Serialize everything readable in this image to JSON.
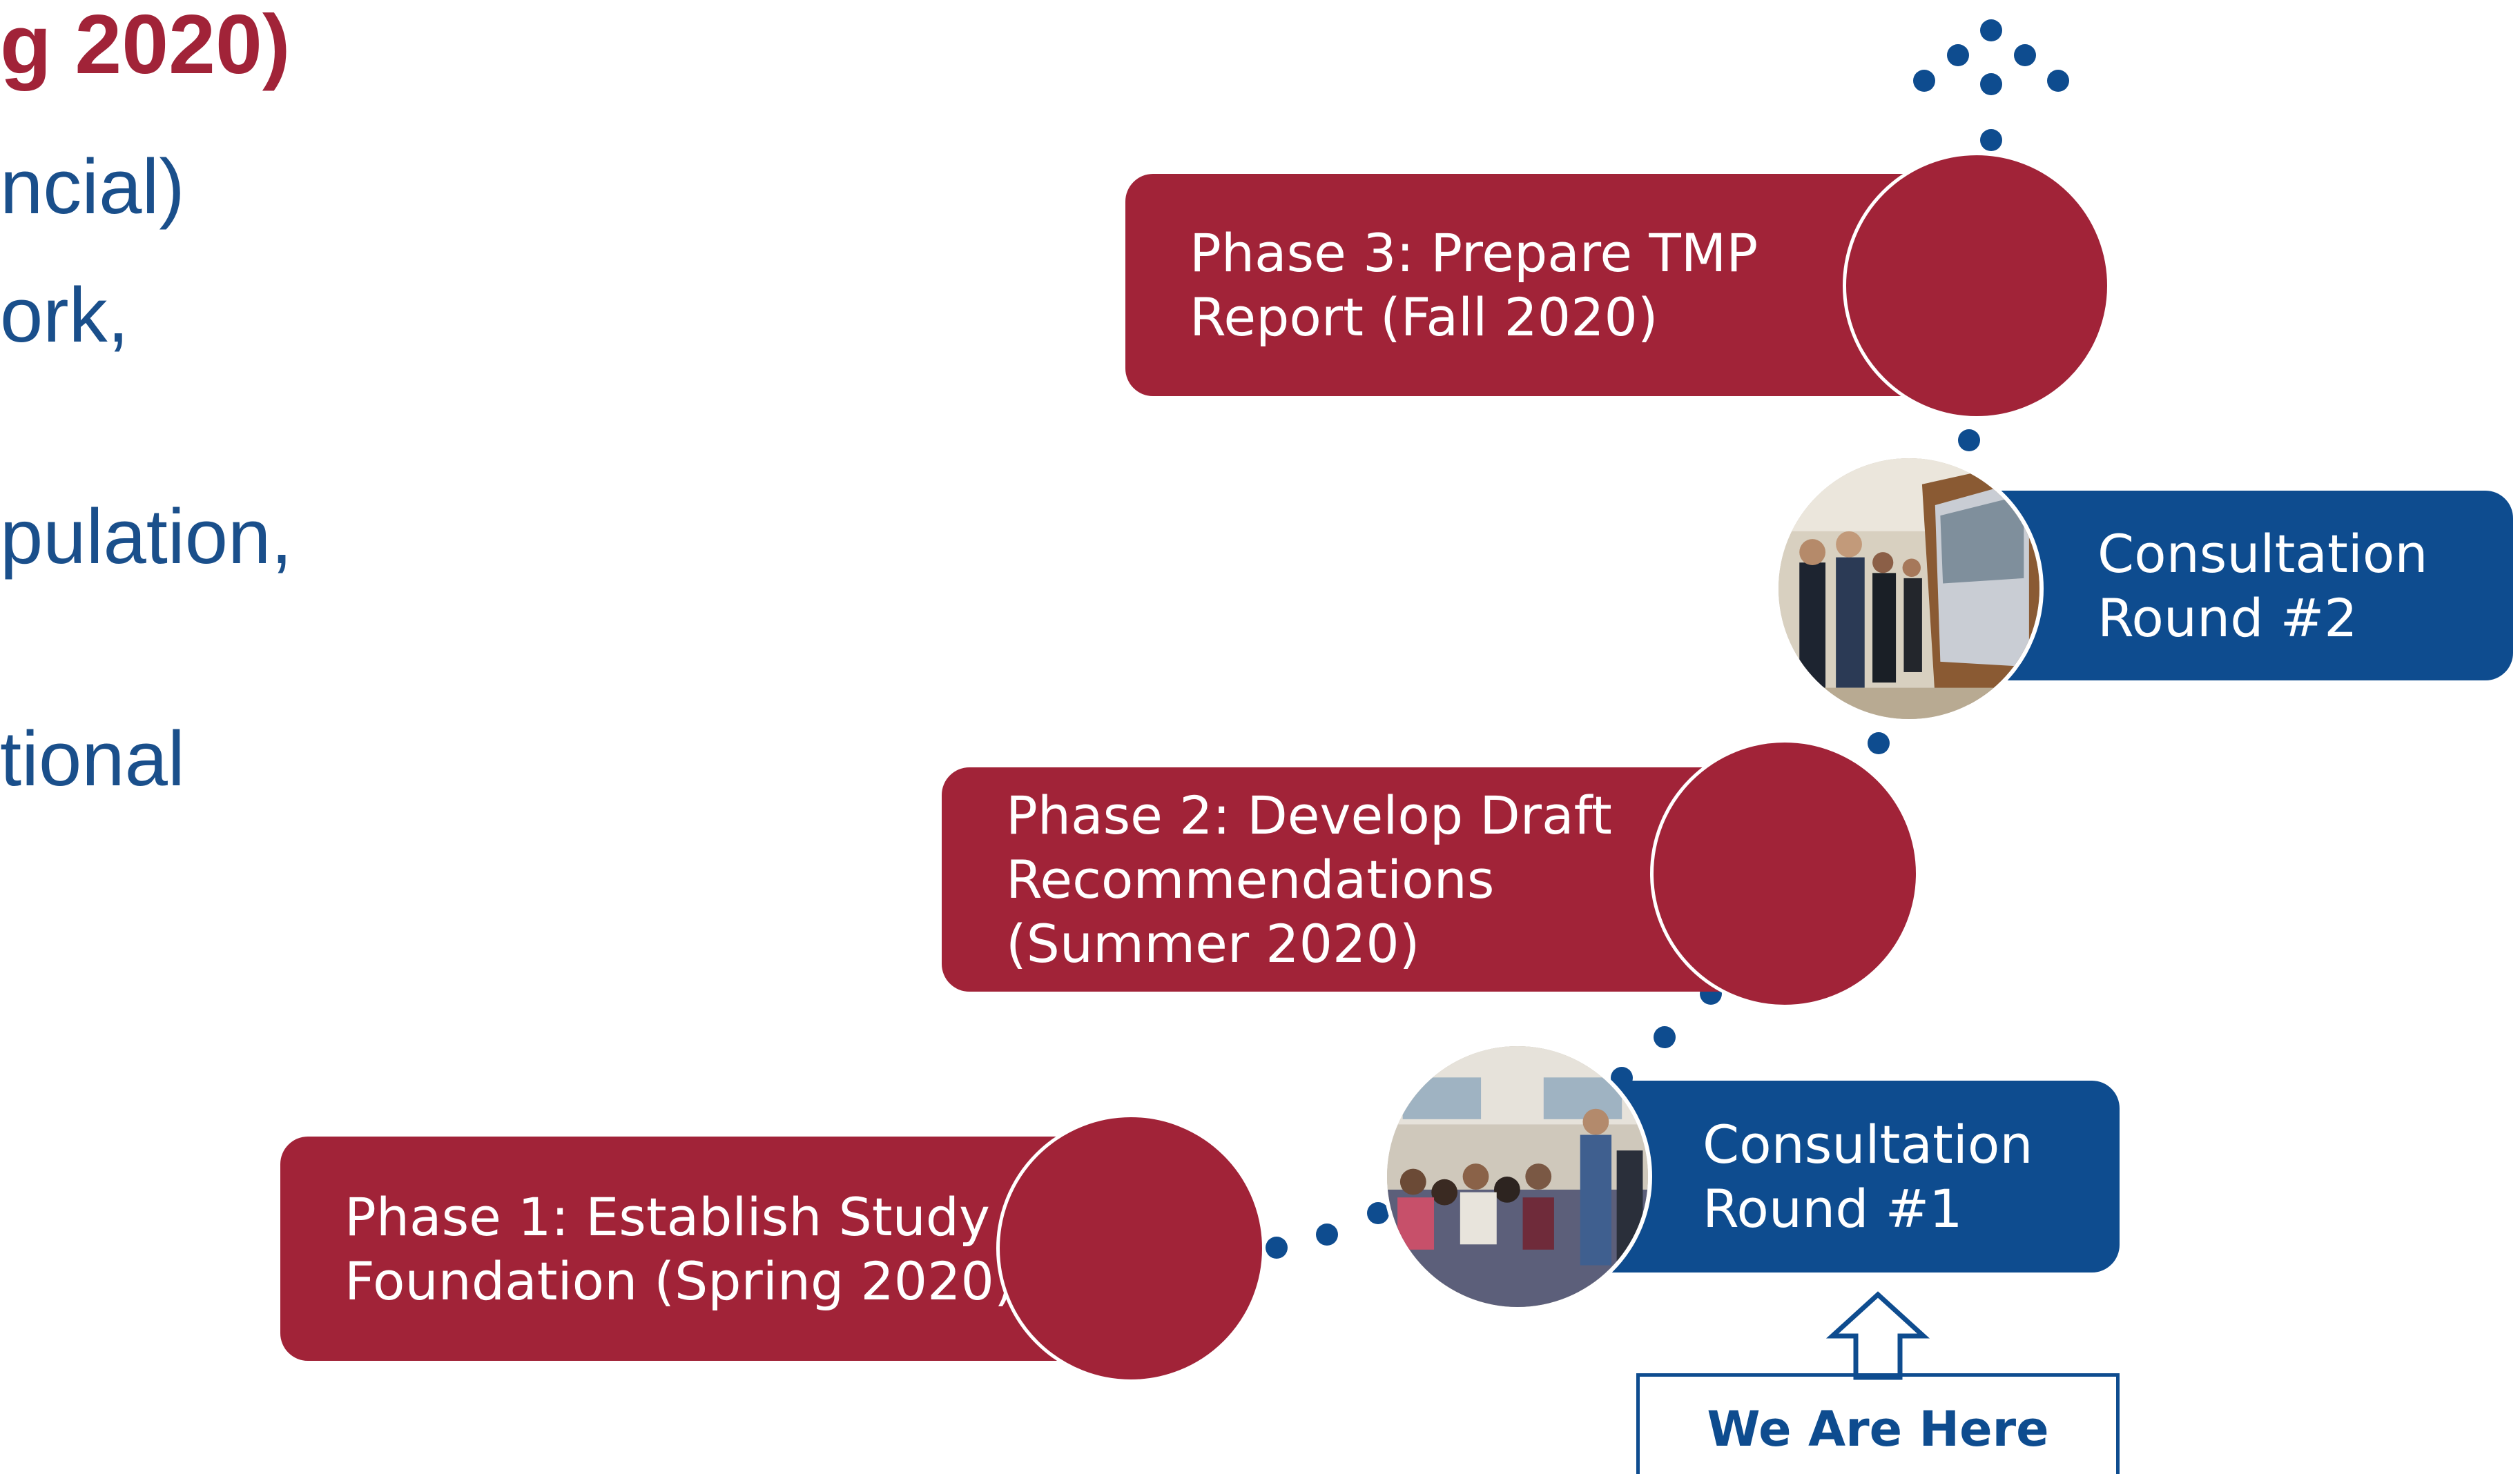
{
  "left_text": {
    "heading": "g 2020)",
    "lines": [
      "ncial)",
      "ork,",
      "pulation,",
      "tional"
    ]
  },
  "phases": [
    {
      "id": "phase1",
      "label": "Phase 1: Establish Study\nFoundation (Spring 2020)"
    },
    {
      "id": "phase2",
      "label": "Phase 2: Develop Draft\nRecommendations\n(Summer 2020)"
    },
    {
      "id": "phase3",
      "label": "Phase 3: Prepare TMP\nReport (Fall 2020)"
    }
  ],
  "consultations": [
    {
      "id": "round1",
      "label": "Consultation\nRound #1"
    },
    {
      "id": "round2",
      "label": "Consultation\nRound #2"
    }
  ],
  "marker": {
    "label": "We Are Here"
  },
  "colors": {
    "red": "#a12338",
    "blue": "#0e4c8f",
    "white": "#ffffff"
  },
  "icons": {
    "marker_arrow": "up-arrow-outline-icon",
    "path_dots": "dot-trail-icon"
  }
}
